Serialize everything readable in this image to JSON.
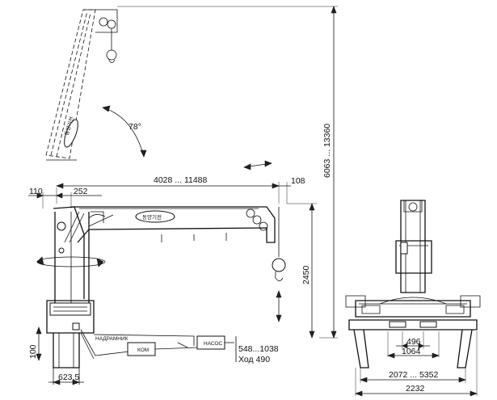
{
  "angle": "78°",
  "dims": {
    "boom_reach": "4028 ... 11488",
    "tip_offset": "108",
    "left_offset": "110",
    "column_offset": "252",
    "max_height": "6063 ... 13360",
    "hook_height": "2450",
    "base_height": "100",
    "base_width": "623,5",
    "stroke_range": "548...1038",
    "stroke": "Ход 490",
    "inner_width": "496",
    "mid_width": "1064",
    "outrigger_range": "2072 ... 5352",
    "total_width": "2232"
  },
  "labels": {
    "hydraulic_tank": "НАДРАМНИК",
    "pto": "КОМ",
    "pump": "НАСОС",
    "logo": "동양기전"
  }
}
